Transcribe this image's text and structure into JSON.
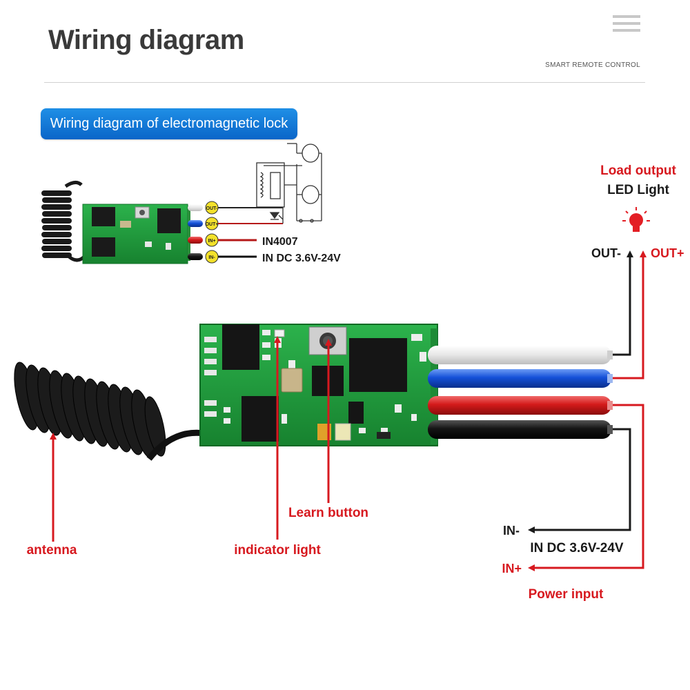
{
  "header": {
    "title": "Wiring diagram",
    "brand": "SMART REMOTE CONTROL",
    "menu_icon": "hamburger-menu-icon"
  },
  "section": {
    "title": "Wiring diagram of electromagnetic lock"
  },
  "inset": {
    "pin_labels": [
      "OUT-",
      "OUT+",
      "IN+",
      "IN-"
    ],
    "diode_label": "IN4007",
    "supply_label": "IN DC 3.6V-24V"
  },
  "main": {
    "load_title": "Load output",
    "load_subtitle": "LED Light",
    "out_minus": "OUT-",
    "out_plus": "OUT+",
    "in_minus": "IN-",
    "supply_label": "IN DC 3.6V-24V",
    "in_plus": "IN+",
    "power_label": "Power input",
    "learn_button_label": "Learn button",
    "indicator_label": "indicator light",
    "antenna_label": "antenna"
  },
  "colors": {
    "title": "#3a3a3a",
    "accent_red": "#d7191f",
    "pill_blue": "#0a75d6",
    "pcb_green": "#1f9a3c",
    "wire_white": "#ececec",
    "wire_blue": "#1450d8",
    "wire_red": "#d41a1a",
    "wire_black": "#151515"
  }
}
